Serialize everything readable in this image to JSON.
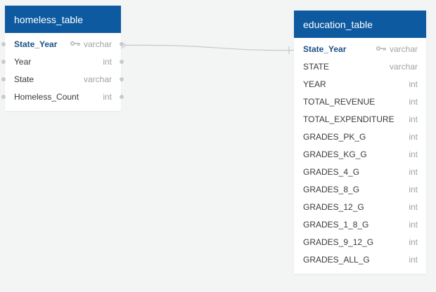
{
  "tables": {
    "homeless": {
      "title": "homeless_table",
      "columns": [
        {
          "name": "State_Year",
          "type": "varchar",
          "pk": true
        },
        {
          "name": "Year",
          "type": "int"
        },
        {
          "name": "State",
          "type": "varchar"
        },
        {
          "name": "Homeless_Count",
          "type": "int"
        }
      ]
    },
    "education": {
      "title": "education_table",
      "columns": [
        {
          "name": "State_Year",
          "type": "varchar",
          "pk": true
        },
        {
          "name": "STATE",
          "type": "varchar"
        },
        {
          "name": "YEAR",
          "type": "int"
        },
        {
          "name": "TOTAL_REVENUE",
          "type": "int"
        },
        {
          "name": "TOTAL_EXPENDITURE",
          "type": "int"
        },
        {
          "name": "GRADES_PK_G",
          "type": "int"
        },
        {
          "name": "GRADES_KG_G",
          "type": "int"
        },
        {
          "name": "GRADES_4_G",
          "type": "int"
        },
        {
          "name": "GRADES_8_G",
          "type": "int"
        },
        {
          "name": "GRADES_12_G",
          "type": "int"
        },
        {
          "name": "GRADES_1_8_G",
          "type": "int"
        },
        {
          "name": "GRADES_9_12_G",
          "type": "int"
        },
        {
          "name": "GRADES_ALL_G",
          "type": "int"
        }
      ]
    }
  },
  "relationship": {
    "from_table": "homeless",
    "from_column": "State_Year",
    "to_table": "education",
    "to_column": "State_Year",
    "from_cardinality": "many",
    "to_cardinality": "one"
  },
  "colors": {
    "header": "#0e5aa0",
    "pk_text": "#1b4f86",
    "type_text": "#9ea3a8",
    "connector": "#c5c9cd",
    "background": "#f3f4f4"
  }
}
